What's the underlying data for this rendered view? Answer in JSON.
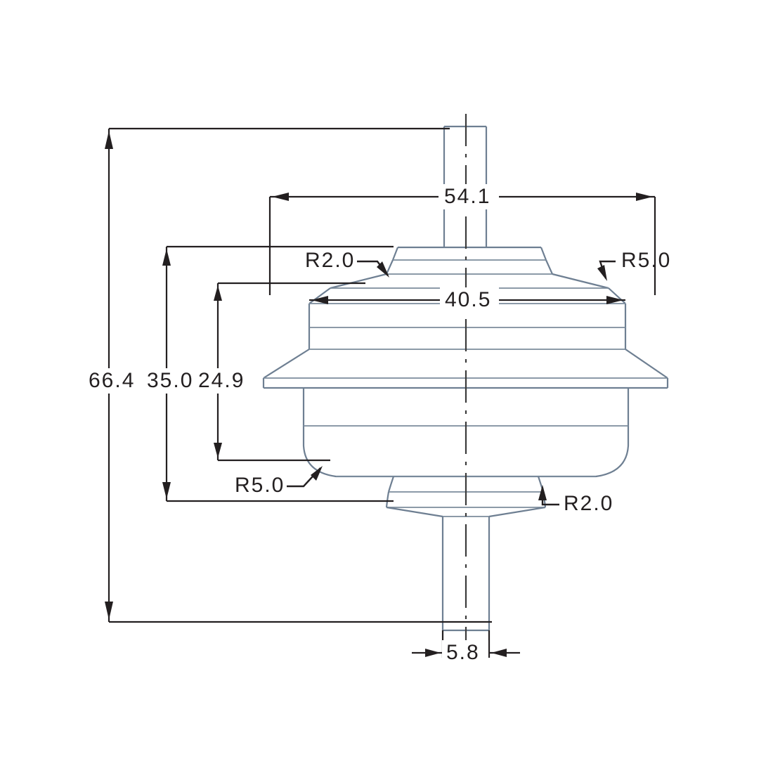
{
  "drawing": {
    "title": "Mechanical part cross-section drawing",
    "view": "front-section",
    "units": "mm",
    "line_color_part": "#6e7f92",
    "line_color_dimension": "#231f20",
    "background": "#ffffff"
  },
  "dimensions": {
    "overall_height": {
      "label": "66.4",
      "orientation": "vertical",
      "position": "left-outer"
    },
    "body_height": {
      "label": "35.0",
      "orientation": "vertical",
      "position": "left-middle"
    },
    "upper_section_height": {
      "label": "24.9",
      "orientation": "vertical",
      "position": "left-inner"
    },
    "flange_width": {
      "label": "54.1",
      "orientation": "horizontal",
      "position": "top"
    },
    "cone_width": {
      "label": "40.5",
      "orientation": "horizontal",
      "position": "upper-middle"
    },
    "shaft_diameter": {
      "label": "5.8",
      "orientation": "horizontal",
      "position": "bottom"
    }
  },
  "radius_callouts": {
    "upper_left": {
      "label": "R2.0"
    },
    "upper_right": {
      "label": "R5.0"
    },
    "lower_left": {
      "label": "R5.0"
    },
    "lower_right": {
      "label": "R2.0"
    }
  }
}
